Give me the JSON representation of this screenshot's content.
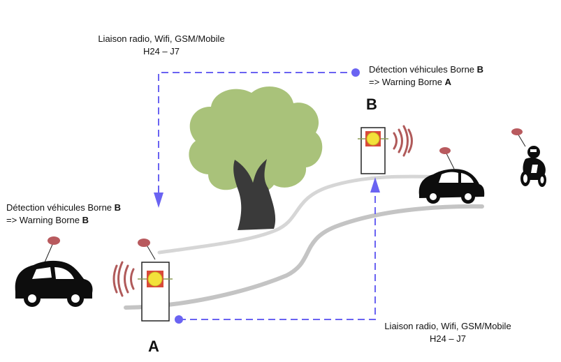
{
  "link_top": {
    "line1": "Liaison radio, Wifi, GSM/Mobile",
    "line2": "H24 – J7"
  },
  "link_bottom": {
    "line1": "Liaison radio, Wifi, GSM/Mobile",
    "line2": "H24 – J7"
  },
  "detect_right": {
    "line1_prefix": "Détection véhicules Borne ",
    "line1_bold": "B",
    "line2_prefix": "=> Warning Borne ",
    "line2_bold": "A"
  },
  "detect_left": {
    "line1_prefix": "Détection véhicules Borne ",
    "line1_bold": "B",
    "line2_prefix": "=> Warning Borne ",
    "line2_bold": "B"
  },
  "borne_a_label": "A",
  "borne_b_label": "B",
  "colors": {
    "link": "#6a63f2",
    "road": "#c8c8c8",
    "tree_foliage": "#a9c27a",
    "tree_trunk": "#3a3a3a",
    "beacon_light": "#f3e23a",
    "beacon_frame": "#d94a3a",
    "signal_waves": "#b05a5a",
    "marker_pin": "#b85a5e"
  },
  "icons": [
    "tree-icon",
    "car-icon",
    "motorcycle-icon",
    "beacon-icon",
    "signal-waves-icon",
    "location-pin-icon"
  ]
}
